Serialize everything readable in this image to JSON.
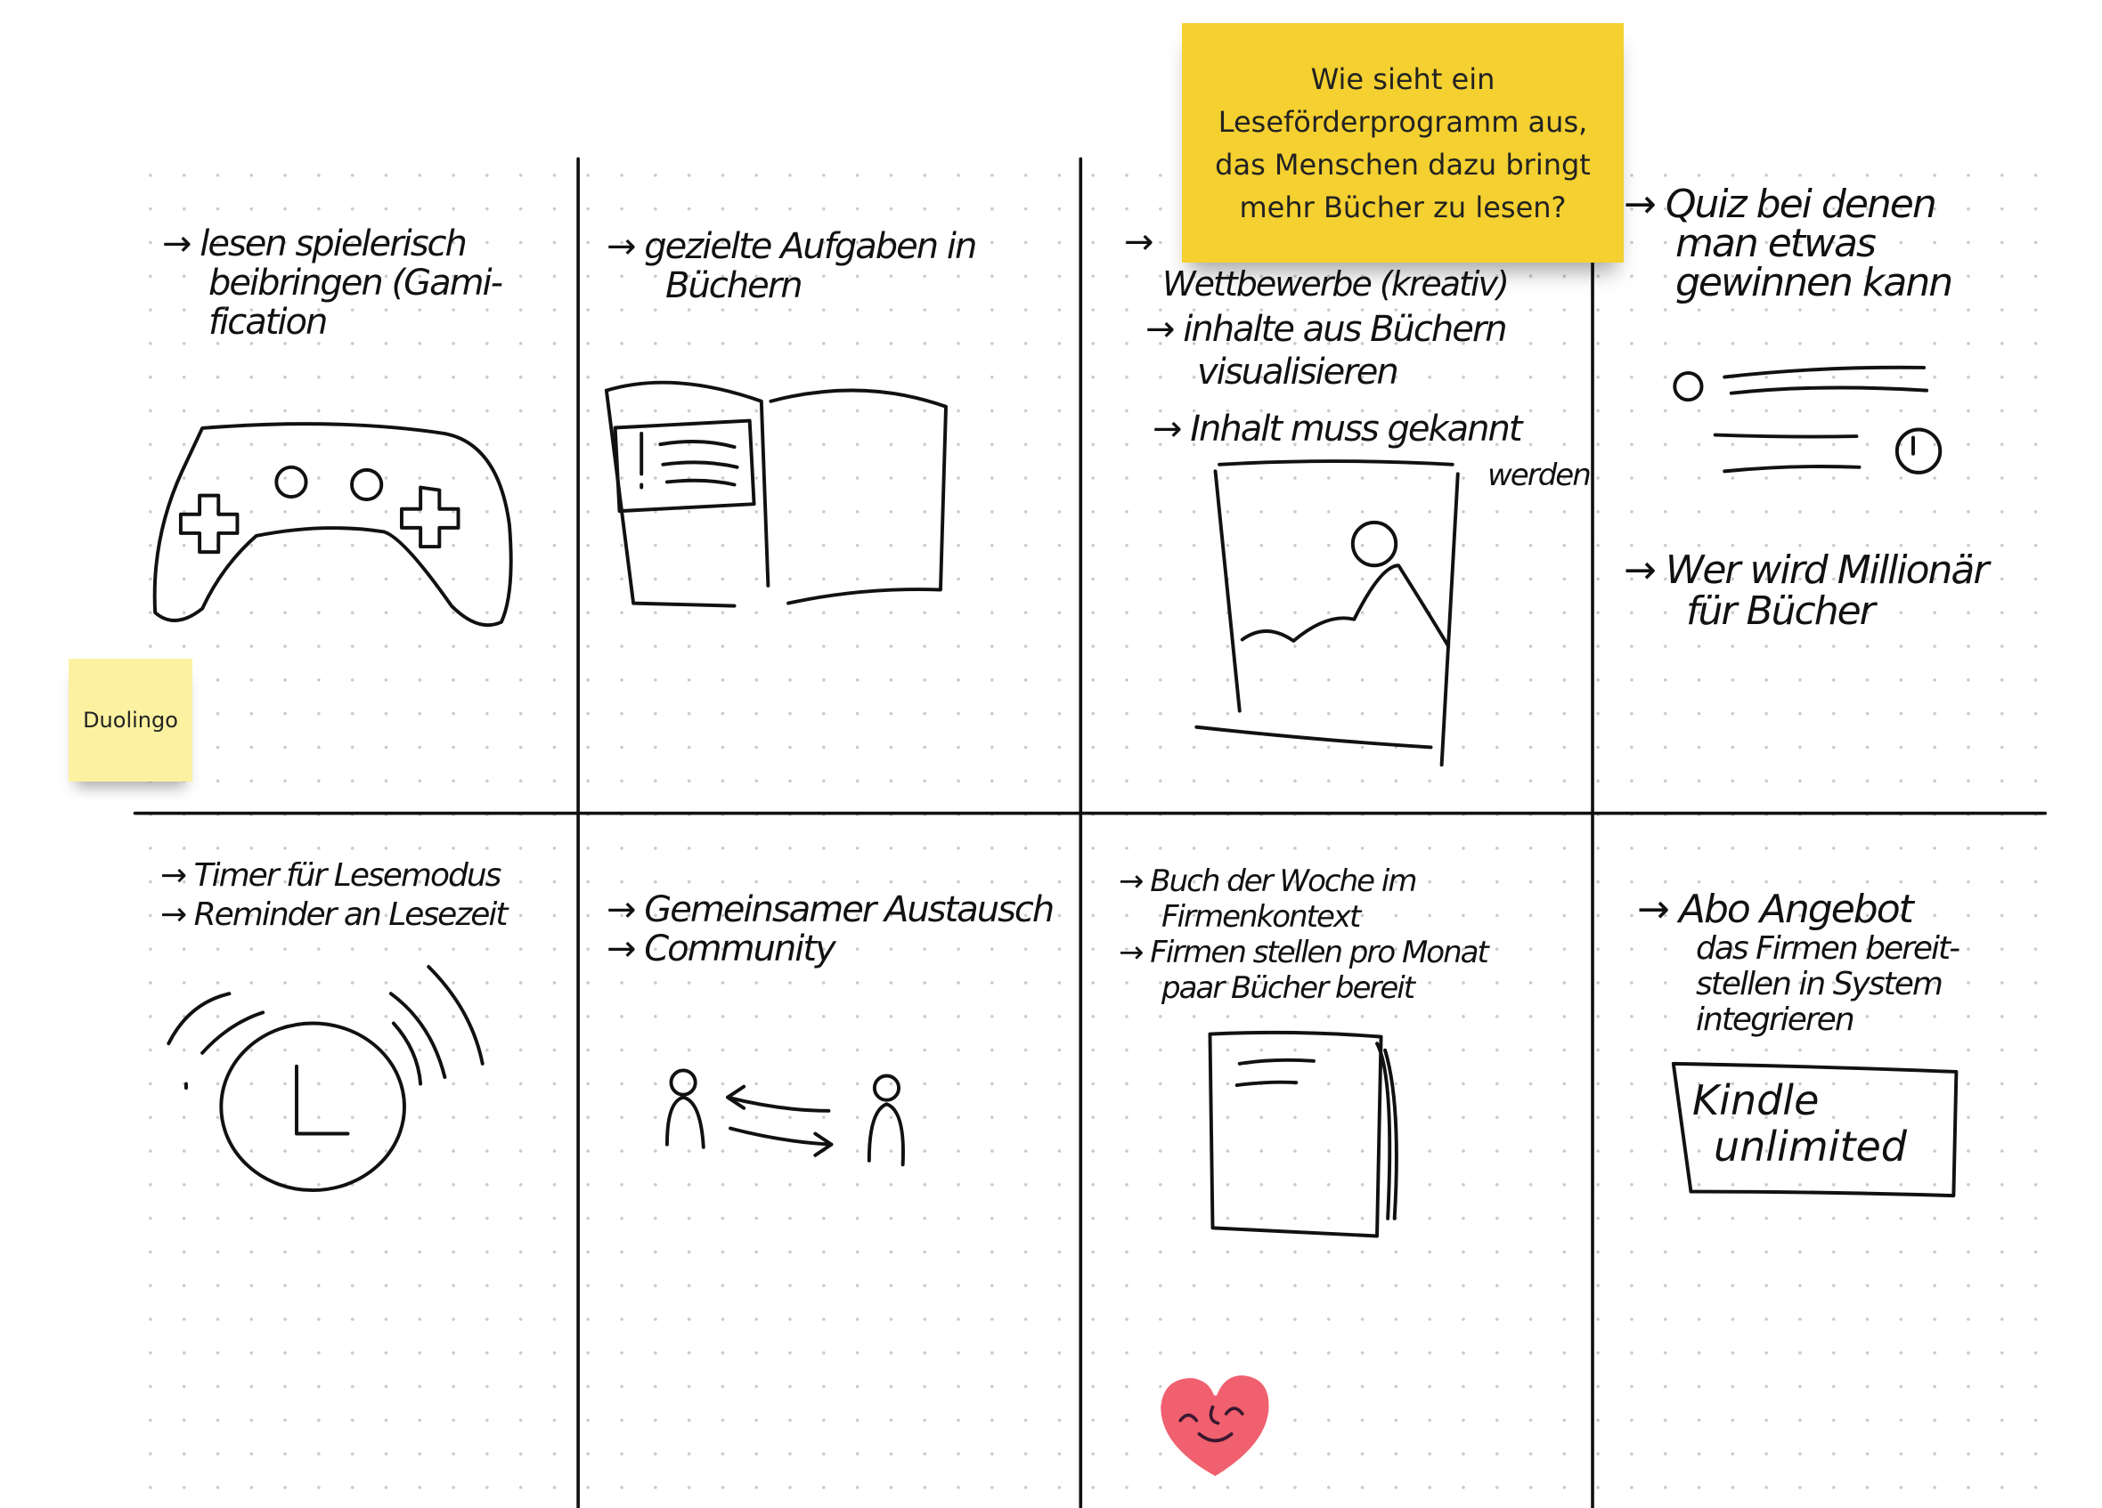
{
  "question_sticky": {
    "text": "Wie sieht ein Leseförderprogramm aus, das Menschen dazu bringt mehr Bücher zu lesen?",
    "hidden_note": "Wettbewerbe (kreativ)",
    "color": "#f4d030"
  },
  "duolingo_sticky": {
    "text": "Duolingo",
    "color": "#fbf1a0"
  },
  "cells": {
    "top1": {
      "lines": [
        "→ lesen spielerisch",
        "beibringen (Gami-",
        "fication"
      ]
    },
    "top2": {
      "lines": [
        "→ gezielte Aufgaben in",
        "Büchern"
      ]
    },
    "top3": {
      "arrow": "→",
      "item1": [
        "→ inhalte aus Büchern",
        "visualisieren"
      ],
      "item2": [
        "→ Inhalt muss gekannt"
      ],
      "item2_end": "werden"
    },
    "top4": {
      "item1": [
        "→ Quiz bei denen",
        "man etwas",
        "gewinnen kann"
      ],
      "item2": [
        "→ Wer wird Millionär",
        "für Bücher"
      ]
    },
    "bottom1": {
      "lines": [
        "→ Timer für Lesemodus",
        "→ Reminder an Lesezeit"
      ]
    },
    "bottom2": {
      "lines": [
        "→ Gemeinsamer Austausch",
        "→ Community"
      ]
    },
    "bottom3": {
      "lines": [
        "→ Buch der Woche im",
        "Firmenkontext",
        "→ Firmen stellen pro Monat",
        "paar Bücher bereit"
      ]
    },
    "bottom4": {
      "lines": [
        "→ Abo Angebot",
        "das Firmen bereit-",
        "stellen in System",
        "integrieren"
      ],
      "box": [
        "Kindle",
        "unlimited"
      ]
    }
  },
  "heart_color": "#f0606e"
}
